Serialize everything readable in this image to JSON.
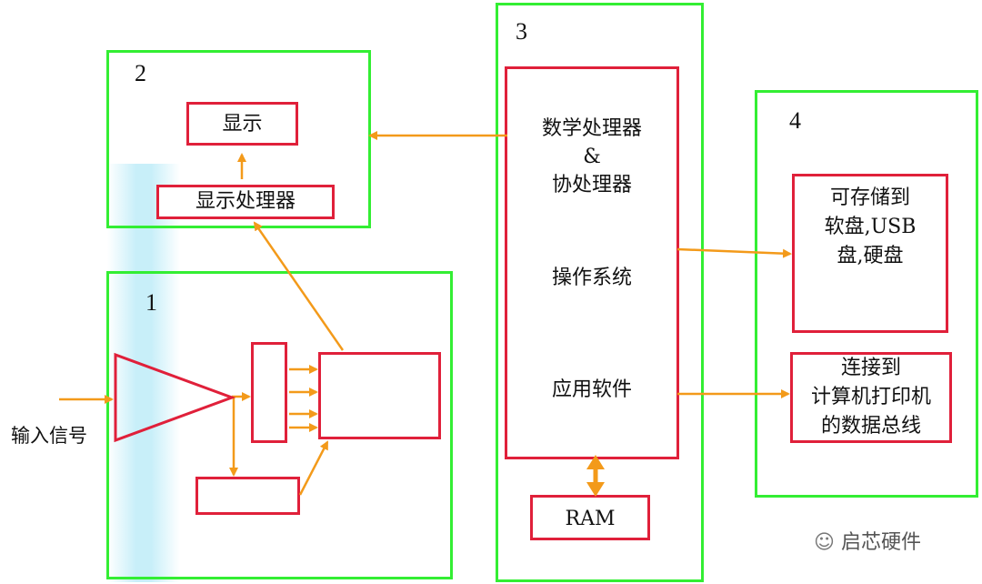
{
  "diagram": {
    "block1": {
      "number": "1",
      "input_label": "输入信号"
    },
    "block2": {
      "number": "2",
      "display": "显示",
      "display_processor": "显示处理器"
    },
    "block3": {
      "number": "3",
      "math_processor": "数学处理器",
      "ampersand": "&",
      "coprocessor": "协处理器",
      "os": "操作系统",
      "apps": "应用软件",
      "ram": "RAM"
    },
    "block4": {
      "number": "4",
      "storage": "可存储到\n软盘,USB\n盘,硬盘",
      "printer": "连接到\n计算机打印机\n的数据总线"
    },
    "watermark": "启芯硬件"
  },
  "colors": {
    "frame": "#33ee33",
    "box": "#e0203a",
    "arrow": "#f39a1a"
  }
}
